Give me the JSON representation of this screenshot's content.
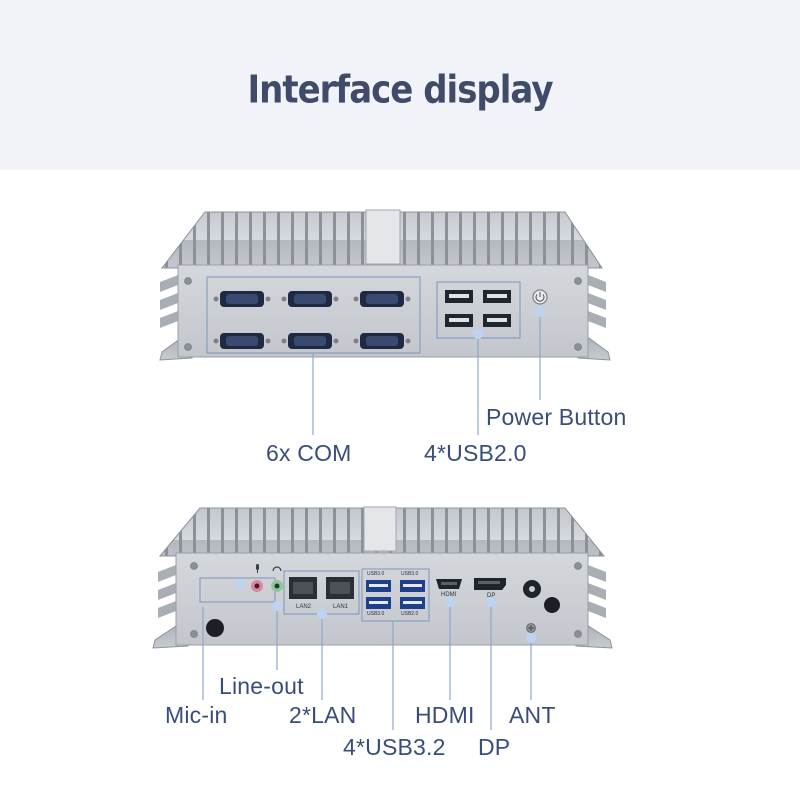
{
  "title": "Interface display",
  "top_device": {
    "labels": {
      "com": "6x COM",
      "usb": "4*USB2.0",
      "power": "Power Button"
    }
  },
  "bottom_device": {
    "labels": {
      "mic": "Mic-in",
      "lineout": "Line-out",
      "lan": "2*LAN",
      "usb": "4*USB3.2",
      "hdmi": "HDMI",
      "dp": "DP",
      "ant": "ANT"
    },
    "port_text": {
      "lan2": "LAN2",
      "lan1": "LAN1",
      "usb30_top_left": "USB3.0",
      "usb30_top_right": "USB3.0",
      "usb30_bottom_left": "USB3.0",
      "usb20_bottom_right": "USB2.0",
      "hdmi": "HDMI",
      "dp": "DP"
    }
  },
  "colors": {
    "header_bg": "#f1f3f8",
    "title": "#3f4b68",
    "label": "#3a4d7a",
    "leader_line": "#8fa6c9",
    "dot": "#bcd4f2",
    "chassis": "#c9ccd1"
  }
}
